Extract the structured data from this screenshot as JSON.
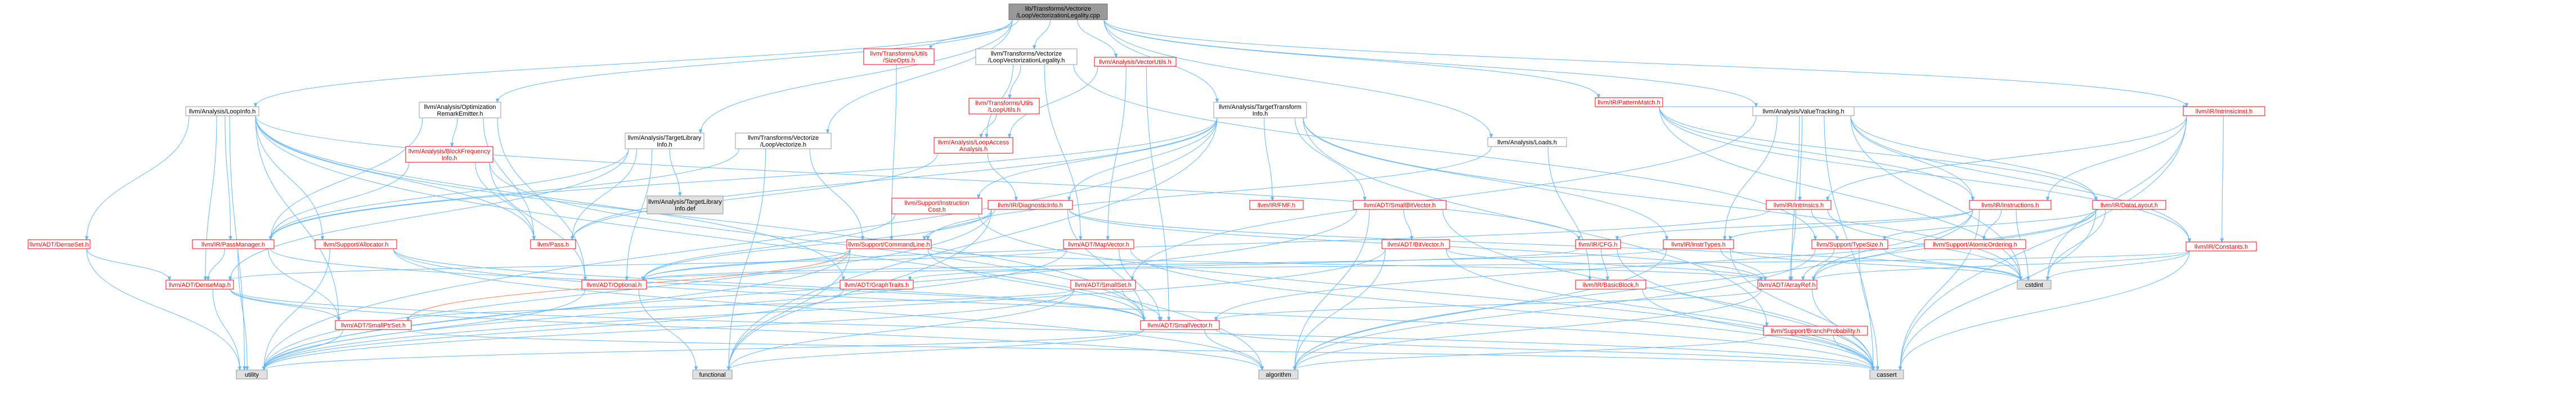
{
  "colors": {
    "root_fill": "#999999",
    "node_fill": "#ffffff",
    "gray_node_fill": "#e0e0e0",
    "link_border": "#ff0000",
    "plain_border": "#999999",
    "root_border": "#666666",
    "text": "#000000",
    "link_text": "#ff0000",
    "edge": "#63b8ff",
    "edge_alt": "#ff7f50"
  },
  "nodes": {
    "root": [
      "lib/Transforms/Vectorize",
      "/LoopVectorizationLegality.cpp"
    ],
    "sizeopts": [
      "llvm/Transforms/Utils",
      "/SizeOpts.h"
    ],
    "lvl": [
      "llvm/Transforms/Vectorize",
      "/LoopVectorizationLegality.h"
    ],
    "vecutils": [
      "llvm/Analysis/VectorUtils.h"
    ],
    "patternmatch": [
      "llvm/IR/PatternMatch.h"
    ],
    "intrinsicinst": [
      "llvm/IR/IntrinsicInst.h"
    ],
    "loopinfo": [
      "llvm/Analysis/LoopInfo.h"
    ],
    "ore": [
      "llvm/Analysis/Optimization",
      "RemarkEmitter.h"
    ],
    "tlibinfo": [
      "llvm/Analysis/TargetLibrary",
      "Info.h"
    ],
    "tti": [
      "llvm/Analysis/TargetTransform",
      "Info.h"
    ],
    "valuetracking": [
      "llvm/Analysis/ValueTracking.h"
    ],
    "loopvectorize": [
      "llvm/Transforms/Vectorize",
      "/LoopVectorize.h"
    ],
    "loads": [
      "llvm/Analysis/Loads.h"
    ],
    "looputils": [
      "llvm/Transforms/Utils",
      "/LoopUtils.h"
    ],
    "laa": [
      "llvm/Analysis/LoopAccess",
      "Analysis.h"
    ],
    "instcost": [
      "llvm/Support/Instruction",
      "Cost.h"
    ],
    "bfi": [
      "llvm/Analysis/BlockFrequency",
      "Info.h"
    ],
    "tlibdef": [
      "llvm/Analysis/TargetLibrary",
      "Info.def"
    ],
    "diaginfo": [
      "llvm/IR/DiagnosticInfo.h"
    ],
    "fmf": [
      "llvm/IR/FMF.h"
    ],
    "smallbitvector": [
      "llvm/ADT/SmallBitVector.h"
    ],
    "intrinsics": [
      "llvm/IR/Intrinsics.h"
    ],
    "instructions": [
      "llvm/IR/Instructions.h"
    ],
    "datalayout": [
      "llvm/IR/DataLayout.h"
    ],
    "constants": [
      "llvm/IR/Constants.h"
    ],
    "densesetnode": [
      "llvm/ADT/DenseSet.h"
    ],
    "passmanager": [
      "llvm/IR/PassManager.h"
    ],
    "allocator": [
      "llvm/Support/Allocator.h"
    ],
    "pass": [
      "llvm/Pass.h"
    ],
    "commandline": [
      "llvm/Support/CommandLine.h"
    ],
    "mapvector": [
      "llvm/ADT/MapVector.h"
    ],
    "bitvector": [
      "llvm/ADT/BitVector.h"
    ],
    "cfg": [
      "llvm/IR/CFG.h"
    ],
    "instrtypes": [
      "llvm/IR/InstrTypes.h"
    ],
    "typesize": [
      "llvm/Support/TypeSize.h"
    ],
    "atomicordering": [
      "llvm/Support/AtomicOrdering.h"
    ],
    "densemap": [
      "llvm/ADT/DenseMap.h"
    ],
    "optional": [
      "llvm/ADT/Optional.h"
    ],
    "graphtraits": [
      "llvm/ADT/GraphTraits.h"
    ],
    "smallset": [
      "llvm/ADT/SmallSet.h"
    ],
    "basicblock": [
      "llvm/IR/BasicBlock.h"
    ],
    "arrayref": [
      "llvm/ADT/ArrayRef.h"
    ],
    "cstdint": [
      "cstdint"
    ],
    "smallptrset": [
      "llvm/ADT/SmallPtrSet.h"
    ],
    "smallvector": [
      "llvm/ADT/SmallVector.h"
    ],
    "branchprob": [
      "llvm/Support/BranchProbability.h"
    ],
    "utility": [
      "utility"
    ],
    "functional": [
      "functional"
    ],
    "algorithm": [
      "algorithm"
    ],
    "cassert": [
      "cassert"
    ]
  }
}
